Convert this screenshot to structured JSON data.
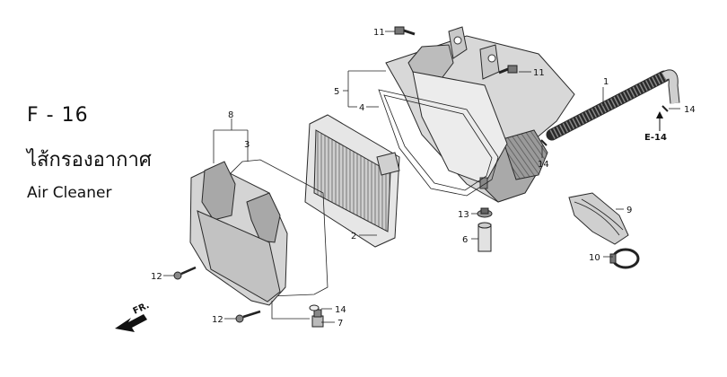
{
  "header": {
    "code": "F - 16",
    "title_th": "ไส้กรองอากาศ",
    "title_en": "Air Cleaner"
  },
  "callouts": {
    "c1": "1",
    "c2": "2",
    "c3": "3",
    "c4": "4",
    "c5": "5",
    "c6": "6",
    "c7": "7",
    "c8": "8",
    "c9": "9",
    "c10": "10",
    "c11a": "11",
    "c11b": "11",
    "c12a": "12",
    "c12b": "12",
    "c13": "13",
    "c14a": "14",
    "c14b": "14",
    "c14c": "14"
  },
  "refs": {
    "e14": "E-14",
    "front": "FR."
  },
  "icons": [
    "front-direction-arrow-icon",
    "reference-arrow-icon"
  ]
}
